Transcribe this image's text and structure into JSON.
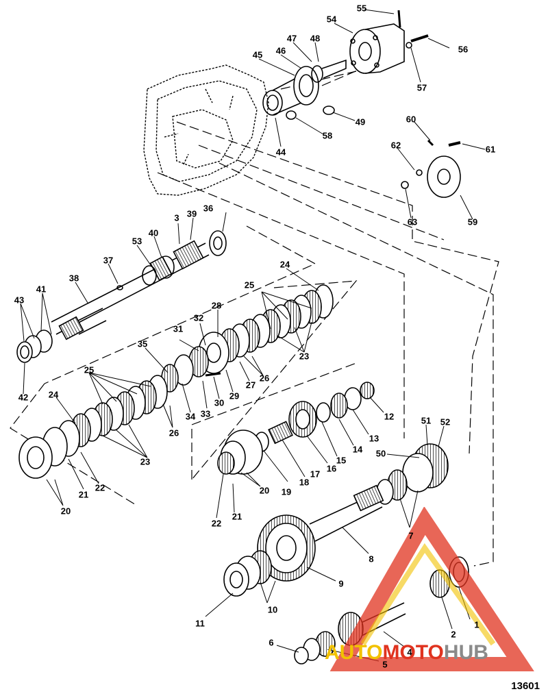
{
  "figure_number": "13601",
  "watermark": {
    "part1": "AUTO",
    "part2": "MOTO",
    "part3": "HUB",
    "color1": "#f2c200",
    "color2": "#e0331f",
    "color3": "#8a8a8a"
  },
  "callouts": [
    "1",
    "2",
    "3",
    "4",
    "5",
    "6",
    "7",
    "8",
    "9",
    "10",
    "11",
    "12",
    "13",
    "14",
    "15",
    "16",
    "17",
    "18",
    "19",
    "20",
    "20",
    "21",
    "21",
    "22",
    "22",
    "23",
    "23",
    "24",
    "24",
    "25",
    "25",
    "26",
    "26",
    "27",
    "28",
    "29",
    "30",
    "31",
    "32",
    "33",
    "34",
    "35",
    "36",
    "37",
    "38",
    "39",
    "40",
    "41",
    "42",
    "43",
    "44",
    "45",
    "46",
    "47",
    "48",
    "49",
    "50",
    "51",
    "52",
    "53",
    "54",
    "55",
    "56",
    "57",
    "58",
    "59",
    "60",
    "61",
    "62",
    "63"
  ]
}
